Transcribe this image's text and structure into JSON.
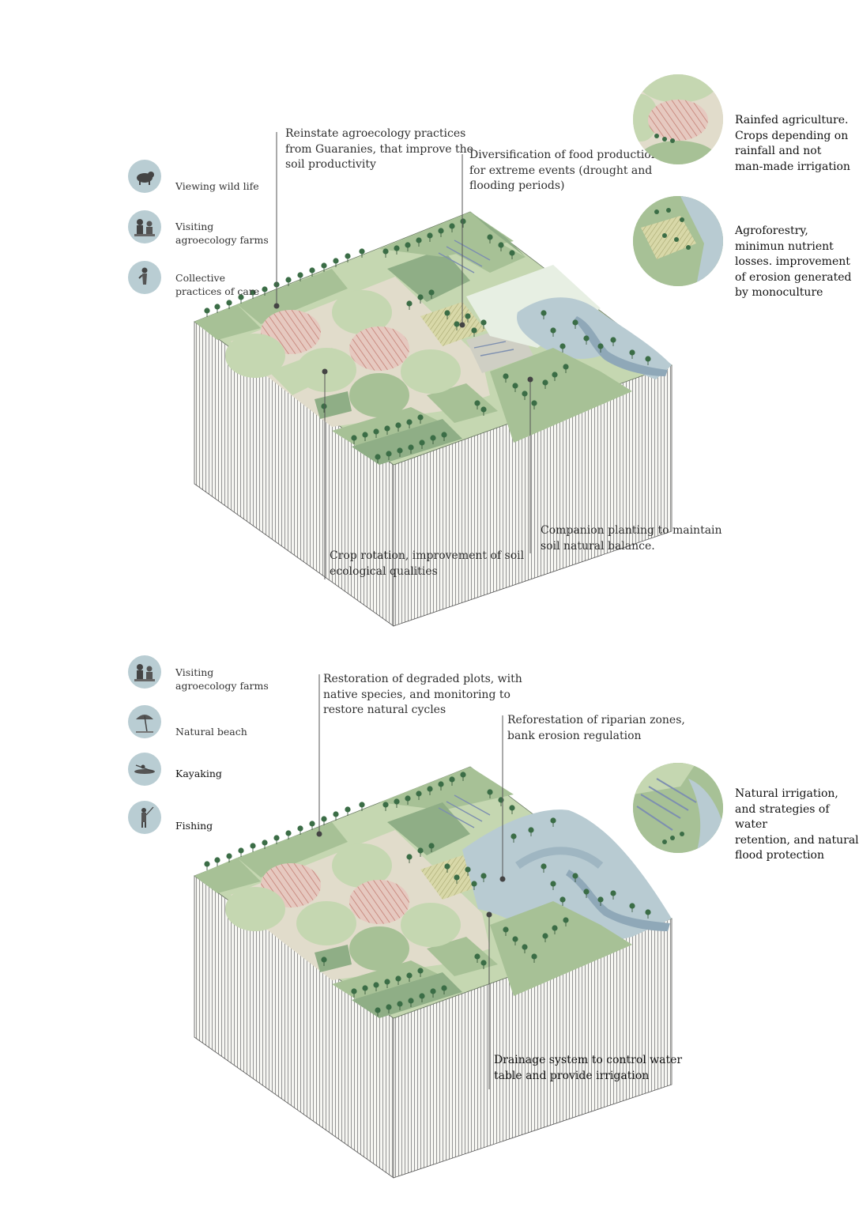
{
  "colors": {
    "field_light": "#c5d7b1",
    "field_mid": "#a7c196",
    "field_dark": "#8fae86",
    "sand": "#e1dccb",
    "hatch": "#cf9b92",
    "water": "#b8cbd2",
    "water_dark": "#9fb6c2",
    "tree": "#3b6d46",
    "icon_bg": "#b9cdd3",
    "wall": "#f4f4f0"
  },
  "diagram_top": {
    "activities": [
      {
        "icon": "capybara-icon",
        "label": "Viewing wild life"
      },
      {
        "icon": "farm-visit-icon",
        "label": "Visiting\nagroecology farms"
      },
      {
        "icon": "collective-care-icon",
        "label": "Collective\npractices of care"
      }
    ],
    "annotations": [
      {
        "text": "Reinstate agroecology practices\nfrom Guaranies, that improve the\nsoil productivity"
      },
      {
        "text": "Diversification of food production\nfor extreme events (drought and\nflooding periods)"
      },
      {
        "text": "Companion planting to maintain\nsoil natural balance."
      },
      {
        "text": "Crop rotation, improvement of soil\necological qualities"
      }
    ],
    "side_notes": [
      {
        "icon": "rainfed-field-icon",
        "text": "Rainfed agriculture.\nCrops depending on\nrainfall and not\nman-made irrigation"
      },
      {
        "icon": "agroforestry-field-icon",
        "text": "Agroforestry,\nminimun nutrient\nlosses. improvement\nof erosion generated\nby monoculture"
      }
    ]
  },
  "diagram_bottom": {
    "activities": [
      {
        "icon": "farm-visit-icon",
        "label": "Visiting\nagroecology farms"
      },
      {
        "icon": "beach-umbrella-icon",
        "label": "Natural beach"
      },
      {
        "icon": "kayak-icon",
        "label": "Kayaking"
      },
      {
        "icon": "fishing-icon",
        "label": "Fishing"
      }
    ],
    "annotations": [
      {
        "text": "Restoration of degraded plots, with\nnative species, and monitoring to\nrestore natural cycles"
      },
      {
        "text": "Reforestation of riparian zones,\nbank erosion regulation"
      },
      {
        "text": "Drainage system to control water\ntable and provide irrigation"
      }
    ],
    "side_notes": [
      {
        "icon": "natural-irrigation-icon",
        "text": "Natural irrigation,\nand strategies of water\nretention, and natural\nflood protection"
      }
    ]
  }
}
